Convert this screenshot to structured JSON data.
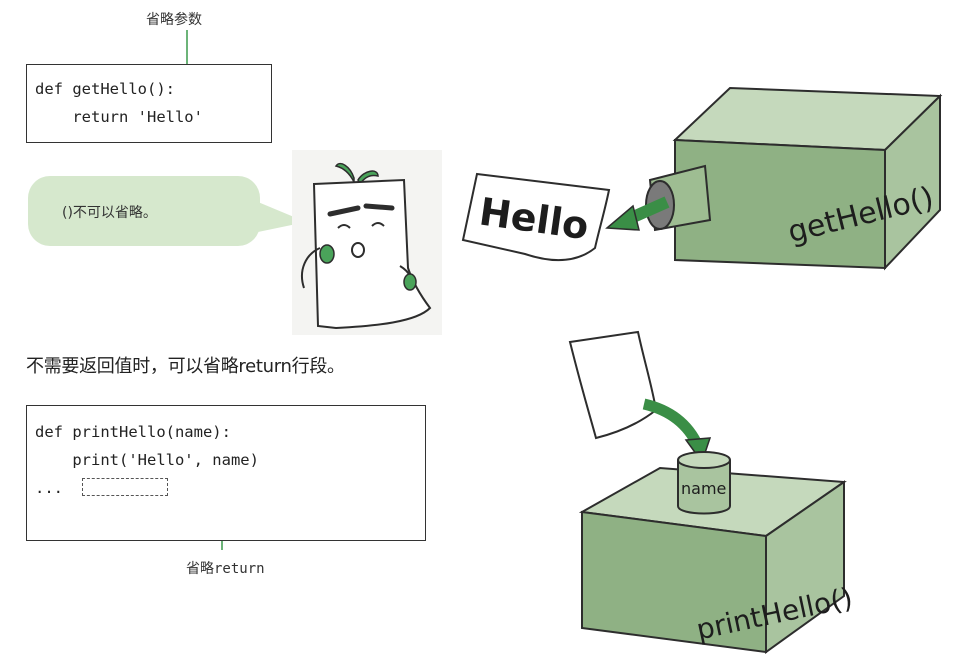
{
  "top_annotation": "省略参数",
  "code_top": {
    "lines": [
      "def getHello():",
      "    return 'Hello'"
    ]
  },
  "bubble_text": "()不可以省略。",
  "heading": "不需要返回值时，可以省略return行段。",
  "code_bottom": {
    "lines": [
      "def printHello(name):",
      "    print('Hello', name)",
      "",
      "..."
    ]
  },
  "bottom_annotation": "省略return",
  "illustrations": {
    "hello_paper": "Hello",
    "box_top": "getHello()",
    "box_bottom": "printHello()",
    "can_label": "name"
  },
  "colors": {
    "accent_green": "#3a9a4c",
    "box_green": "#a9c49f",
    "bubble_green": "#d6e8cd"
  },
  "icons": {
    "character": "paper-character-icon",
    "box_top": "function-box-icon",
    "box_bottom": "function-box-icon"
  }
}
